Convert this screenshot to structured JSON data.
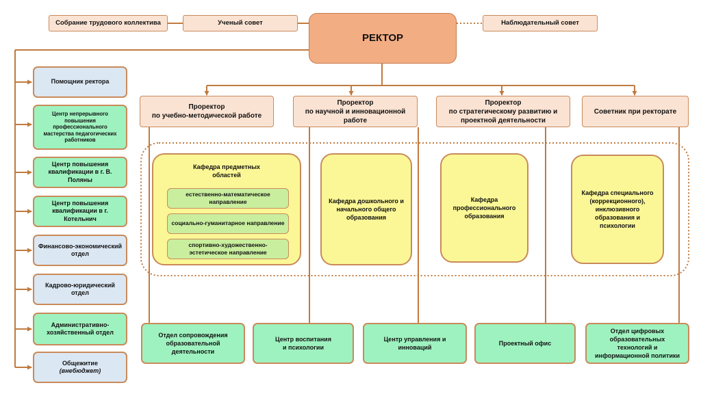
{
  "top_bar": {
    "assembly": "Собрание трудового коллектива",
    "academic_council": "Ученый совет",
    "supervisory_board": "Наблюдательный совет"
  },
  "rector": "РЕКТОР",
  "left_units": {
    "assistant": "Помощник ректора",
    "cpk_teachers": "Центр непрерывного повышения профессионального мастерства педагогических работников",
    "center_polyany": "Центр повышения квалификации в г. В. Поляны",
    "center_kotelnich": "Центр повышения квалификации в г. Котельнич",
    "finance": "Финансово-экономический отдел",
    "hr_legal": "Кадрово-юридический отдел",
    "admin": "Административно-хозяйственный отдел",
    "dorm": "Общежитие",
    "dorm_note": "(внебюджет)"
  },
  "vice_rectors": {
    "vp1_line1": "Проректор",
    "vp1_line2": "по учебно-методической работе",
    "vp2_line1": "Проректор",
    "vp2_line2": "по научной и инновационной работе",
    "vp3_line1": "Проректор",
    "vp3_line2": "по стратегическому развитию и проектной деятельности",
    "advisor": "Советник при ректорате"
  },
  "departments": {
    "subject_areas": {
      "title": "Кафедра предметных областей",
      "directions": [
        "естественно-математическое направление",
        "социально-гуманитарное направление",
        "спортивно-художественно-эстетическое направление"
      ]
    },
    "preschool": "Кафедра дошкольного и начального общего образования",
    "professional": "Кафедра профессионального образования",
    "special": "Кафедра специального (коррекционного), инклюзивного образования и психологии"
  },
  "bottom_units": {
    "support": "Отдел сопровождения образовательной деятельности",
    "upbringing": "Центр воспитания и психологии",
    "management": "Центр управления и инноваций",
    "project_office": "Проектный офис",
    "digital": "Отдел цифровых образовательных технологий и информационной политики"
  },
  "colors": {
    "connector": "#c07a3e",
    "rector_fill": "#f3ad82",
    "beige_fill": "#fbe3d3",
    "blue_fill": "#dbe7f3",
    "green_fill": "#9ef2bf",
    "yellow_fill": "#fbf796",
    "sub_fill": "#c9ee9e"
  }
}
